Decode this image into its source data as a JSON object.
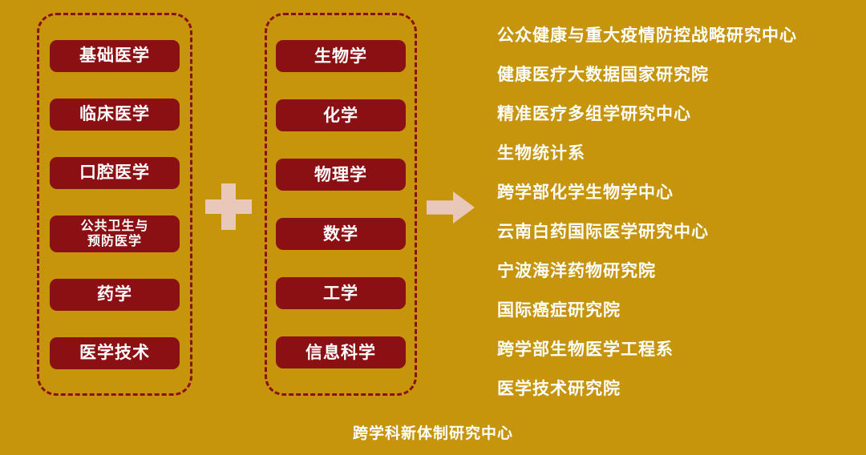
{
  "colors": {
    "background": "#C6950C",
    "box_red": "#8B1014",
    "dashed_border": "#8B1014",
    "accent_pink": "#E9C8B9",
    "text_white": "#FFFFFF"
  },
  "icons": {
    "plus": "plus-cross-shape",
    "arrow": "right-arrow-shape"
  },
  "medicine_group": {
    "items": [
      "基础医学",
      "临床医学",
      "口腔医学",
      "公共卫生与\n预防医学",
      "药学",
      "医学技术"
    ]
  },
  "science_group": {
    "items": [
      "生物学",
      "化学",
      "物理学",
      "数学",
      "工学",
      "信息科学"
    ]
  },
  "research_centers": [
    "公众健康与重大疫情防控战略研究中心",
    "健康医疗大数据国家研究院",
    "精准医疗多组学研究中心",
    "生物统计系",
    "跨学部化学生物学中心",
    "云南白药国际医学研究中心",
    "宁波海洋药物研究院",
    "国际癌症研究院",
    "跨学部生物医学工程系",
    "医学技术研究院"
  ],
  "caption": "跨学科新体制研究中心"
}
